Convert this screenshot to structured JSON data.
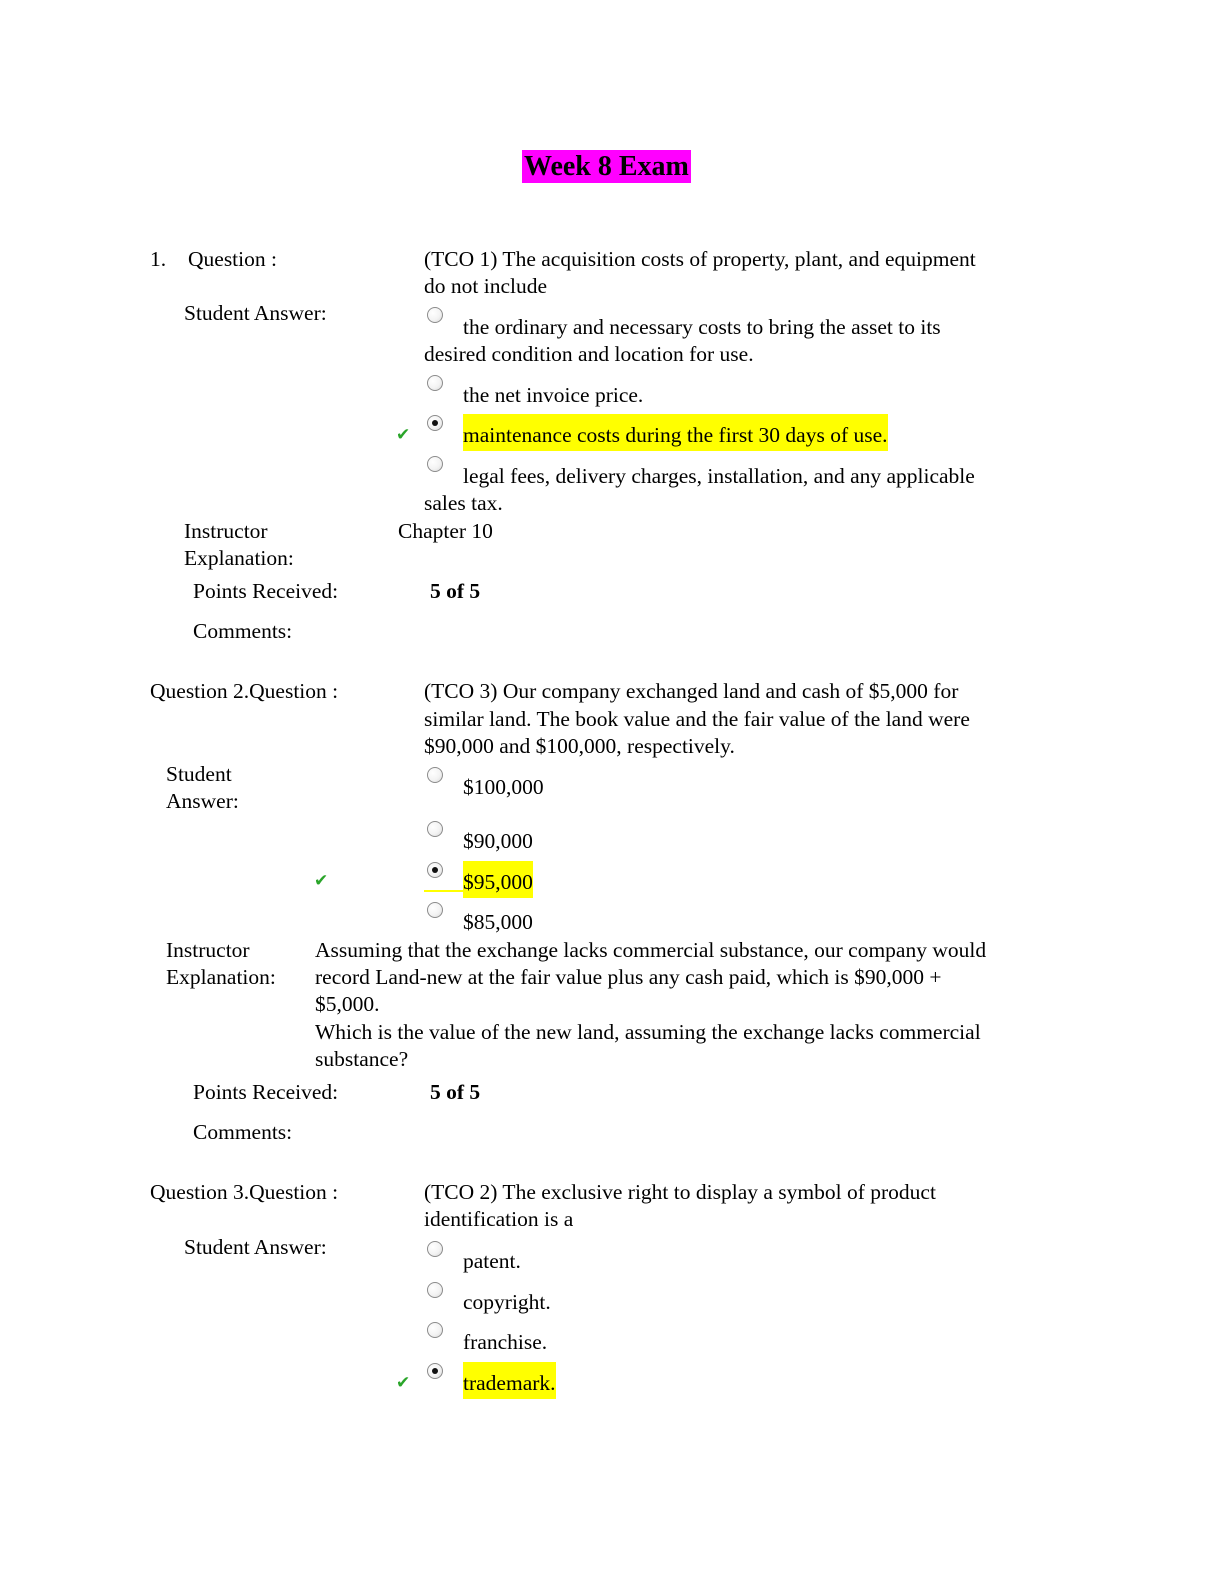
{
  "title": "Week 8 Exam",
  "labels": {
    "question": "Question :",
    "student_answer": "Student Answer:",
    "student": "Student",
    "answer": "Answer:",
    "instructor": "Instructor",
    "explanation": "Explanation:",
    "points_received": "Points Received:",
    "comments": "Comments:"
  },
  "q1": {
    "number": "1.",
    "text_line1": "(TCO 1) The acquisition costs of property, plant, and equipment",
    "text_line2": "do not include",
    "options": [
      "the ordinary and necessary costs to bring the asset to its",
      "desired condition and location for use.",
      "the net invoice price.",
      "maintenance costs during the first 30 days of use.",
      "legal fees, delivery charges, installation, and any applicable",
      "sales tax."
    ],
    "selected_index": 2,
    "explanation": "Chapter 10",
    "points": "5 of 5"
  },
  "q2": {
    "header": "Question 2.Question :",
    "text_lines": [
      "(TCO 3) Our company exchanged land and cash of $5,000 for",
      "similar land. The book value and the fair value of the land were",
      "$90,000 and $100,000, respectively."
    ],
    "options": [
      "$100,000",
      "$90,000",
      "$95,000",
      "$85,000"
    ],
    "selected_index": 2,
    "explanation_lines": [
      "Assuming that the exchange lacks commercial substance, our company would",
      "record Land-new at the fair value plus any cash paid, which is $90,000 +",
      "$5,000.",
      "Which is the value of the new land, assuming the exchange lacks commercial",
      "substance?"
    ],
    "points": "5 of 5"
  },
  "q3": {
    "header": "Question 3.Question :",
    "text_lines": [
      "(TCO 2) The exclusive right to display a symbol of product",
      "identification is a"
    ],
    "options": [
      "patent.",
      "copyright.",
      "franchise.",
      "trademark."
    ],
    "selected_index": 3
  },
  "icons": {
    "correct": "checkmark-icon",
    "radio": "radio-button-icon"
  },
  "colors": {
    "title_highlight": "#ff00ff",
    "answer_highlight": "#ffff00",
    "checkmark": "#2aa52a"
  }
}
